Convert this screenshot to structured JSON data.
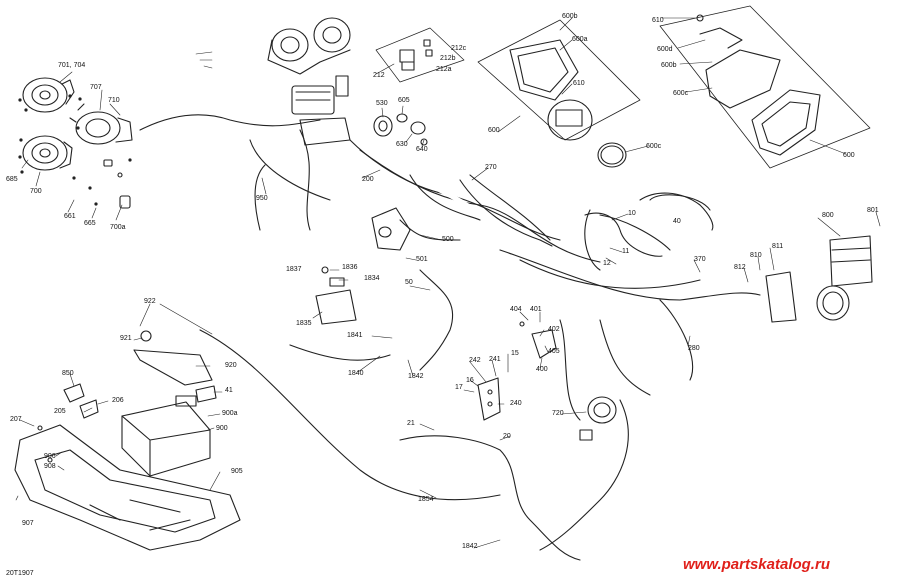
{
  "diagram": {
    "code": "20T1907",
    "watermark": "www.partskatalog.ru",
    "callouts": [
      "701, 704",
      "707",
      "710",
      "685",
      "700",
      "661",
      "665",
      "700a",
      "212c",
      "212b",
      "212a",
      "212",
      "530",
      "605",
      "630",
      "640",
      "950",
      "200",
      "270",
      "600b",
      "600a",
      "610",
      "600",
      "600c",
      "610",
      "600d",
      "600b",
      "600c",
      "600",
      "10",
      "40",
      "11",
      "12",
      "800",
      "801",
      "811",
      "810",
      "812",
      "370",
      "1837",
      "1836",
      "1834",
      "1835",
      "501",
      "500",
      "50",
      "404",
      "401",
      "402",
      "405",
      "400",
      "280",
      "922",
      "921",
      "920",
      "1841",
      "1840",
      "1842",
      "242",
      "241",
      "15",
      "17",
      "16",
      "240",
      "850",
      "206",
      "205",
      "41",
      "900a",
      "900",
      "207",
      "906",
      "908",
      "905",
      "907",
      "21",
      "20",
      "720",
      "1854",
      "1842"
    ]
  }
}
